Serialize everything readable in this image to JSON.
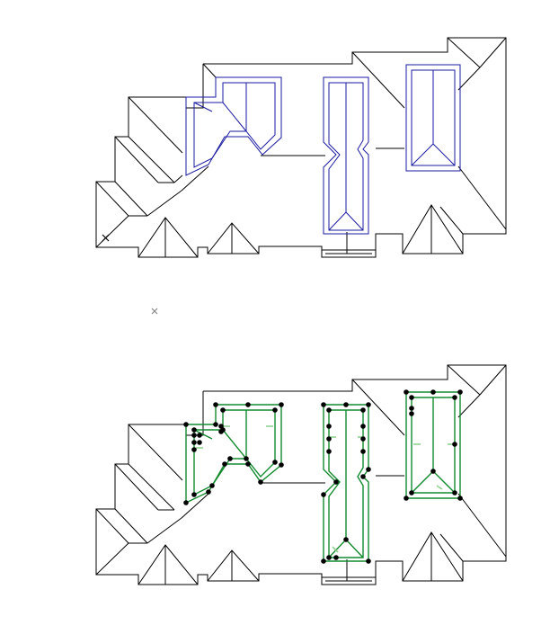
{
  "colors": {
    "background": "#ffffff",
    "roof_outline": "#000000",
    "selected_outline": "#1a1aa0",
    "edited_outline": "#138a2e",
    "vertex_handle": "#000000",
    "edge_handle": "#8fd18f",
    "marker": "#888888"
  },
  "icons": {
    "origin_marker": "x-mark-icon",
    "cursor_marker": "x-mark-icon",
    "vertex": "dot-handle-icon"
  },
  "views": [
    {
      "name": "roof-plan-top",
      "mode": "selection",
      "shows_vertex_handles": false
    },
    {
      "name": "roof-plan-bottom",
      "mode": "vertex-edit",
      "shows_vertex_handles": true
    }
  ]
}
